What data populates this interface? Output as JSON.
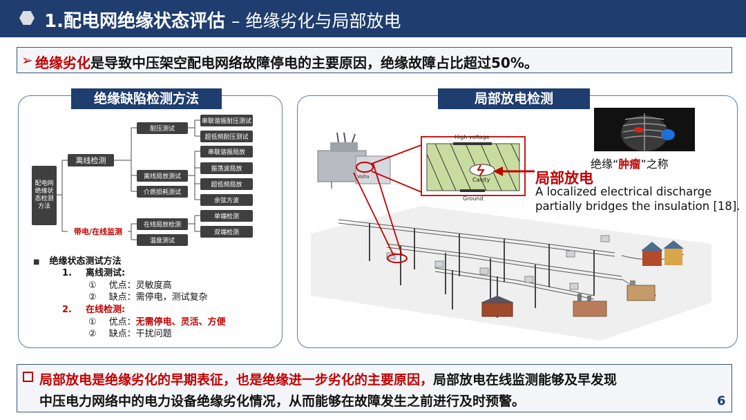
{
  "header": {
    "title_main": "1.配电网绝缘状态评估",
    "title_sub": "– 绝缘劣化与局部放电"
  },
  "key_point": {
    "arrow": "➢",
    "highlight": "绝缘劣化",
    "rest": "是导致中压架空配电网络故障停电的主要原因，绝缘故障占比超过50%。"
  },
  "left_panel": {
    "tab": "绝缘缺陷检测方法",
    "tree": {
      "root": "配电网绝缘状态检测方法",
      "offline": "离线检测",
      "online": "带电/在线监测",
      "withstand": "耐压测试",
      "offline_pd": "离线局放测试",
      "dielectric": "介质损耗测试",
      "online_pd": "在线局放检测",
      "temperature": "温度测试",
      "leaves": [
        "串联谐振耐压测试",
        "超低频耐压测试",
        "串联谐振局放",
        "振荡波局放",
        "超低频局放",
        "余弦方波",
        "单端检测",
        "双端检测"
      ]
    },
    "methods": {
      "heading": "绝缘状态测试方法",
      "bullet": "■",
      "item1_num": "1.",
      "item1_title": "离线测试:",
      "item1_pro_mark": "①",
      "item1_pro": "优点：灵敏度高",
      "item1_con_mark": "②",
      "item1_con": "缺点：需停电，测试复杂",
      "item2_num": "2.",
      "item2_title": "在线检测:",
      "item2_pro_mark": "①",
      "item2_pro_label": "优点：",
      "item2_pro": "无需停电、灵活、方便",
      "item2_con_mark": "②",
      "item2_con": "缺点：干扰问题"
    }
  },
  "right_panel": {
    "tab": "局部放电检测",
    "diagram": {
      "high_voltage": "High voltage",
      "ground": "Ground",
      "cavity": "Cavity",
      "voltage": "Volta"
    },
    "tumor_caption_pre": "绝缘“",
    "tumor_caption_red": "肿瘤",
    "tumor_caption_post": "”之称",
    "pd_title": "局部放电",
    "pd_desc": "A localized electrical discharge partially bridges the insulation [18]."
  },
  "bottom": {
    "line1_red": "局部放电是绝缘劣化的早期表征，也是绝缘进一步劣化的主要原因，",
    "line1_rest": "局部放电在线监测能够及早发现",
    "line2": "中压电力网络中的电力设备绝缘劣化情况，从而能够在故障发生之前进行及时预警。"
  },
  "page_number": "6",
  "colors": {
    "header_bg": "#1f3d6e",
    "accent_red": "#c00000",
    "node_bg": "#3f3f3f",
    "diagram_green": "#c9dca0"
  }
}
